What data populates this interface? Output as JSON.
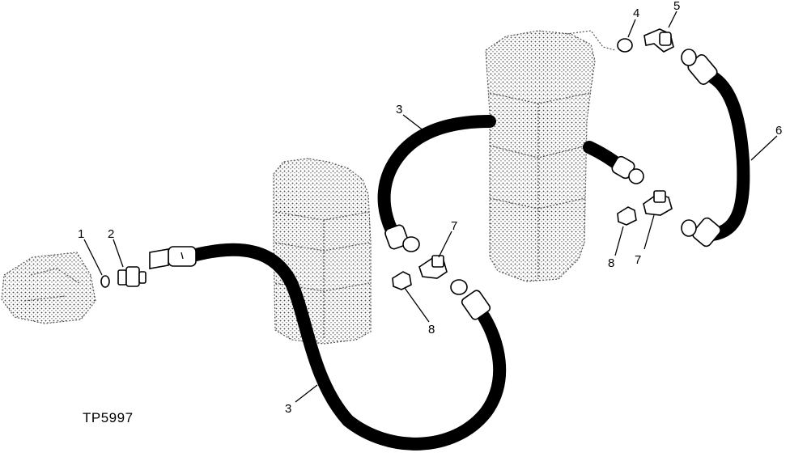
{
  "figure": {
    "id_label": "TP5997",
    "callouts": [
      {
        "label": "1"
      },
      {
        "label": "2"
      },
      {
        "label": "3"
      },
      {
        "label": "3"
      },
      {
        "label": "4"
      },
      {
        "label": "5"
      },
      {
        "label": "6"
      },
      {
        "label": "7"
      },
      {
        "label": "7"
      },
      {
        "label": "8"
      },
      {
        "label": "8"
      }
    ]
  },
  "colors": {
    "ink": "#000000",
    "stipple": "#555555",
    "paper": "#ffffff"
  }
}
